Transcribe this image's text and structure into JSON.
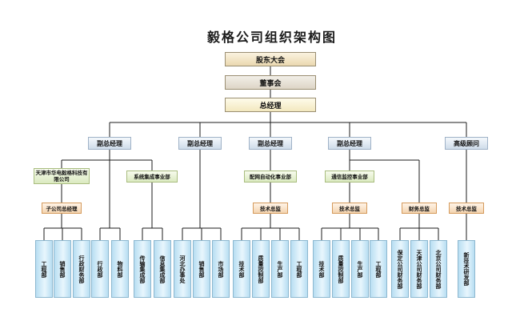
{
  "title": "毅格公司组织架构图",
  "top": {
    "shareholders": "股东大会",
    "board": "董事会",
    "gm": "总经理"
  },
  "vps": [
    "副总经理",
    "副总经理",
    "副总经理",
    "副总经理",
    "高级顾问"
  ],
  "divisions": {
    "tianjin": "天津市华电毅格科技有限公司",
    "system": "系统集成事业部",
    "grid": "配网自动化事业部",
    "comm": "通信监控事业部"
  },
  "subs": {
    "sub_gm": "子公司总经理",
    "tech1": "技术总监",
    "tech2": "技术总监",
    "finance": "财务总监",
    "tech3": "技术总监"
  },
  "departments": [
    "工程部",
    "销售部",
    "行政财务部",
    "行政部",
    "物料部",
    "传输集成部",
    "信息集成部",
    "河北办事处",
    "销售部",
    "市场部",
    "技术部",
    "质量控制部",
    "生产部",
    "工程部",
    "技术部",
    "质量控制部",
    "生产部",
    "工程部",
    "保定公司财务部",
    "天津公司财务部",
    "北京公司财务部",
    "新技术研发部"
  ]
}
